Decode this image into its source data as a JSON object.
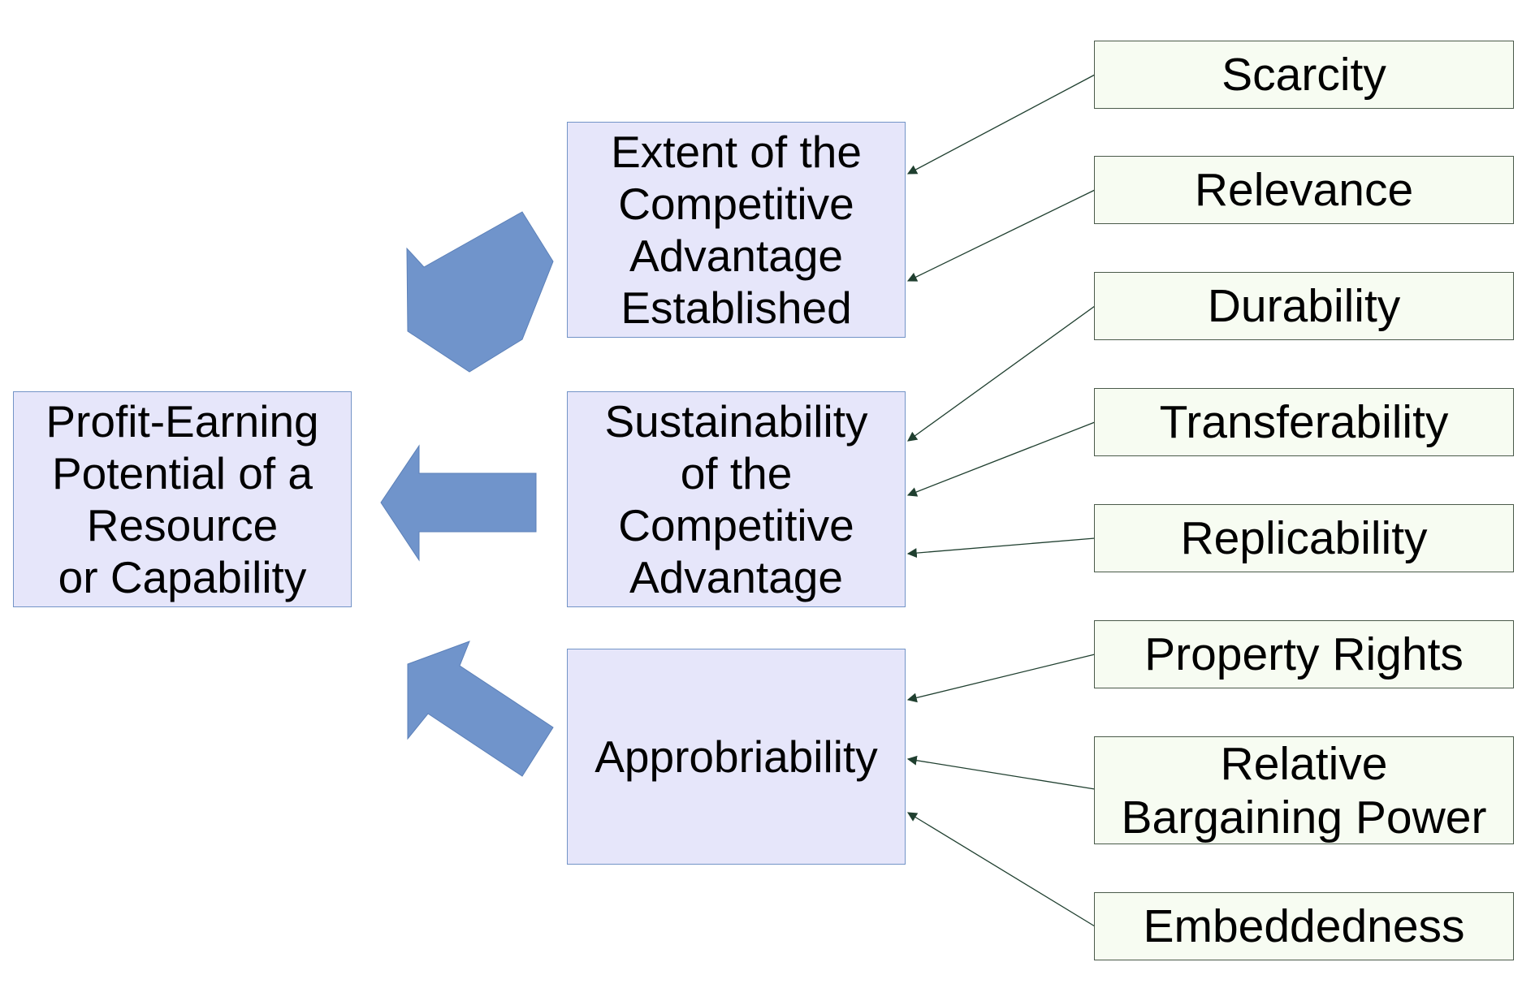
{
  "diagram": {
    "target": "Profit-Earning\nPotential of a\nResource\nor Capability",
    "determinants": [
      "Extent of the\nCompetitive\nAdvantage\nEstablished",
      "Sustainability\nof the\nCompetitive\nAdvantage",
      "Approbriability"
    ],
    "factors": [
      "Scarcity",
      "Relevance",
      "Durability",
      "Transferability",
      "Replicability",
      "Property Rights",
      "Relative\nBargaining Power",
      "Embeddedness"
    ]
  },
  "colors": {
    "main_box_fill": "#e6e6fa",
    "main_box_border": "#7394c7",
    "factor_box_fill": "#f7fcf2",
    "factor_box_border": "#4a5a4a",
    "block_arrow": "#7094cb",
    "connector": "#1f3f2f"
  },
  "icons": {
    "block_arrows": "left-block-arrow",
    "connectors": "thin-arrow-connector"
  }
}
